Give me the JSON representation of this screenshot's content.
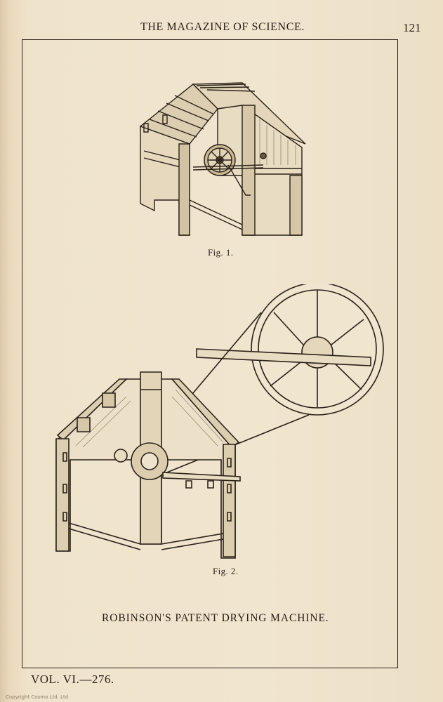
{
  "header": {
    "running_title": "THE MAGAZINE OF SCIENCE.",
    "page_number": "121"
  },
  "figures": [
    {
      "caption": "Fig. 1."
    },
    {
      "caption": "Fig. 2."
    }
  ],
  "plate_title": "ROBINSON'S PATENT DRYING MACHINE.",
  "footer": {
    "volume": "VOL. VI.—276.",
    "watermark": "Copyright Cosmo Ltd. Ltd"
  }
}
